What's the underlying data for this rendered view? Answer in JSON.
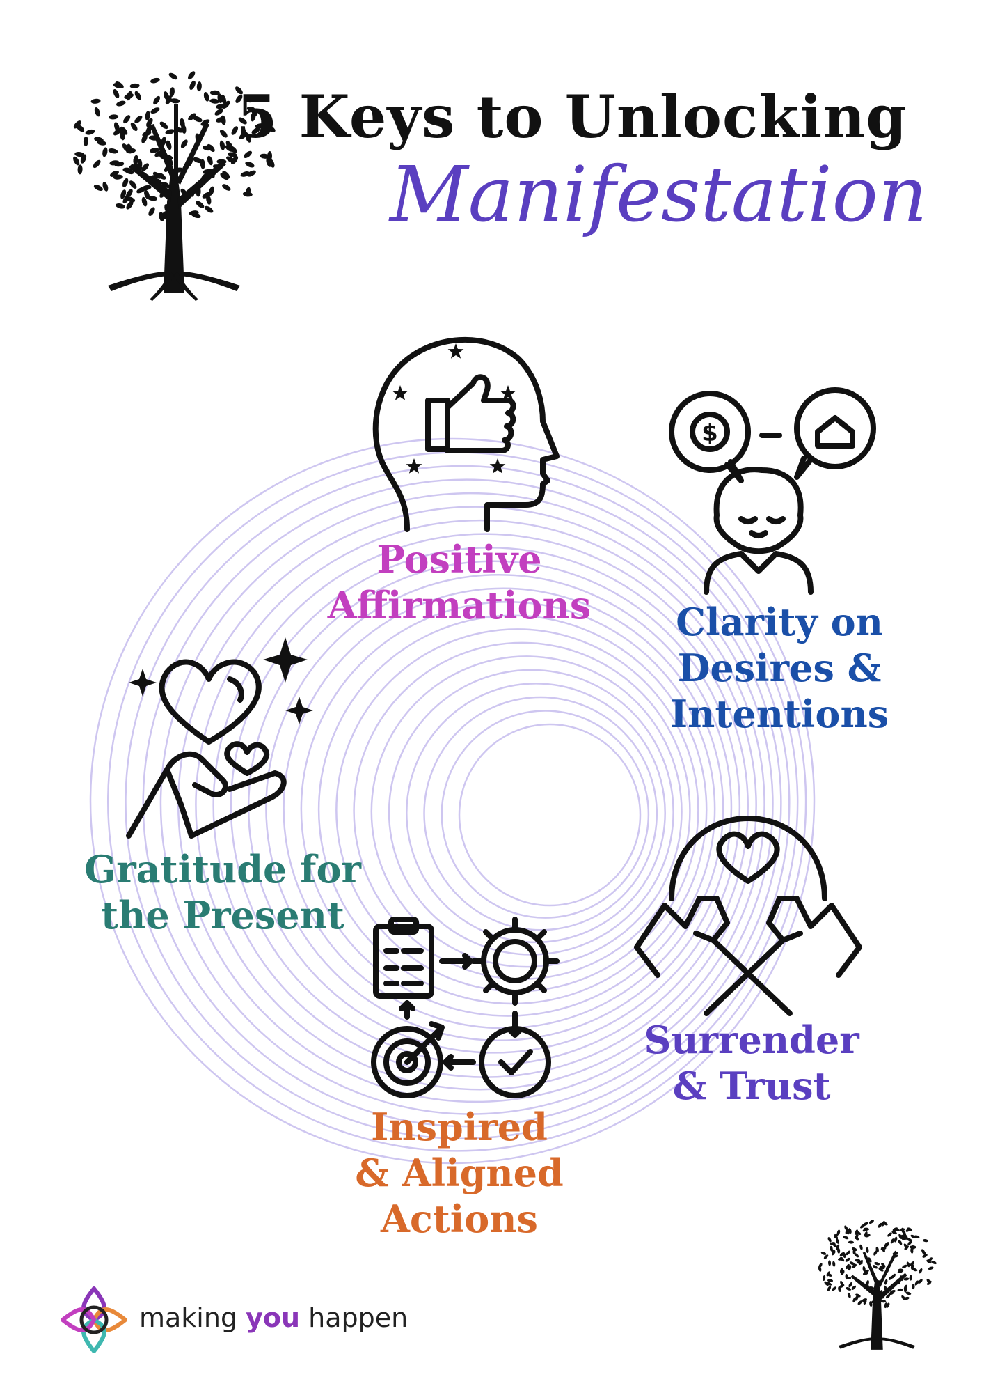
{
  "title": {
    "line1": "5 Keys to Unlocking",
    "line2": "Manifestation"
  },
  "keys": [
    {
      "label_lines": [
        "Positive",
        "Affirmations"
      ],
      "icon": "head-thumbs-up-icon",
      "color": "#c23fbf"
    },
    {
      "label_lines": [
        "Clarity on",
        "Desires &",
        "Intentions"
      ],
      "icon": "person-thinking-icon",
      "color": "#1a4fa8"
    },
    {
      "label_lines": [
        "Gratitude for",
        "the Present"
      ],
      "icon": "hand-heart-icon",
      "color": "#2a7c73"
    },
    {
      "label_lines": [
        "Surrender",
        "& Trust"
      ],
      "icon": "hands-heart-icon",
      "color": "#5a3fc0"
    },
    {
      "label_lines": [
        "Inspired",
        "& Aligned",
        "Actions"
      ],
      "icon": "process-cycle-icon",
      "color": "#d8692a"
    }
  ],
  "brand": {
    "pre": "making ",
    "you": "you",
    "post": " happen"
  },
  "colors": {
    "title": "#111111",
    "accent": "#5a3fc0",
    "spiral": "#c9c0ef"
  }
}
